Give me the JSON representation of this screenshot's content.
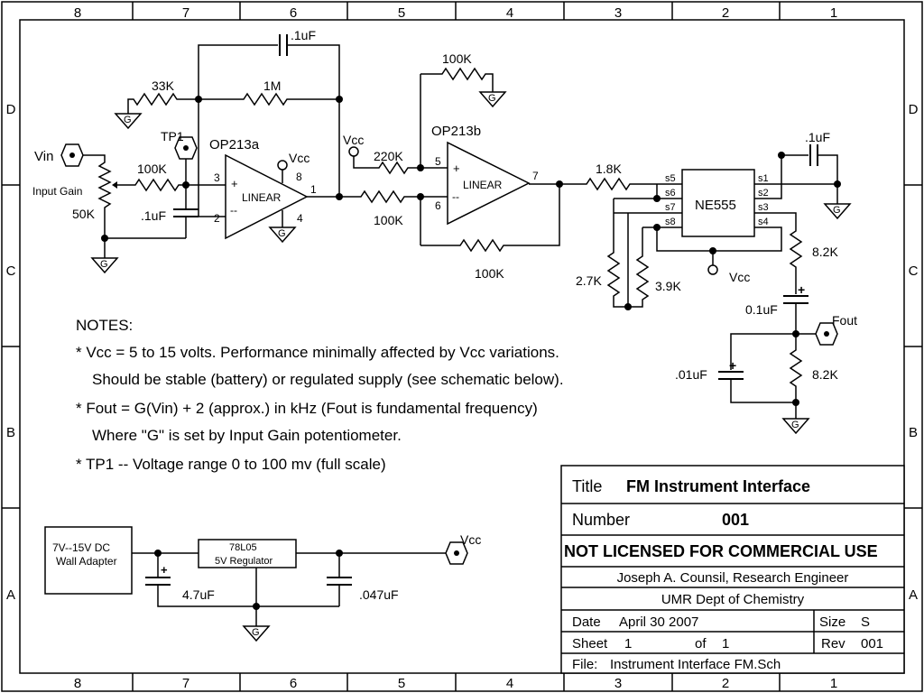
{
  "zones": {
    "columns": [
      "8",
      "7",
      "6",
      "5",
      "4",
      "3",
      "2",
      "1"
    ],
    "rows": [
      "D",
      "C",
      "B",
      "A"
    ]
  },
  "components": {
    "opamp_a": {
      "name": "OP213a",
      "body": "LINEAR",
      "pin_noninv": "3",
      "pin_inv": "2",
      "pin_out": "1",
      "pin_vcc": "8",
      "pin_gnd": "4",
      "plus": "+",
      "minus": "--"
    },
    "opamp_b": {
      "name": "OP213b",
      "body": "LINEAR",
      "pin_noninv": "5",
      "pin_inv": "6",
      "pin_out": "7",
      "plus": "+",
      "minus": "--"
    },
    "ne555": {
      "name": "NE555",
      "pins_left": [
        "s5",
        "s6",
        "s7",
        "s8"
      ],
      "pins_right": [
        "s1",
        "s2",
        "s3",
        "s4"
      ]
    },
    "labels": {
      "vin": "Vin",
      "tp1": "TP1",
      "fout": "Fout",
      "vcc_a": "Vcc",
      "vcc_b": "Vcc",
      "vcc_555": "Vcc",
      "vcc_reg": "Vcc",
      "input_gain": "Input Gain",
      "gnd": "G"
    },
    "resistors": {
      "r_33k": "33K",
      "r_1m": "1M",
      "r_100k_in": "100K",
      "r_pot": "50K",
      "r_220k": "220K",
      "r_100k_top": "100K",
      "r_100k_mid": "100K",
      "r_100k_fb": "100K",
      "r_1_8k": "1.8K",
      "r_2_7k": "2.7K",
      "r_3_9k": "3.9K",
      "r_8_2k_top": "8.2K",
      "r_8_2k_bot": "8.2K"
    },
    "capacitors": {
      "c_fb": ".1uF",
      "c_in": ".1uF",
      "c_555": ".1uF",
      "c_out": "0.1uF",
      "c_01": ".01uF",
      "c_47": "4.7uF",
      "c_047": ".047uF"
    },
    "supply": {
      "adapter_line1": "7V--15V DC",
      "adapter_line2": "Wall Adapter",
      "reg_line1": "78L05",
      "reg_line2": "5V Regulator"
    }
  },
  "notes": {
    "heading": "NOTES:",
    "lines": [
      "* Vcc = 5 to 15 volts.  Performance minimally affected by Vcc variations.",
      "Should be stable (battery) or regulated supply (see schematic below).",
      "* Fout = G(Vin) + 2 (approx.) in kHz (Fout is fundamental frequency)",
      "Where \"G\" is set by Input Gain potentiometer.",
      "* TP1 -- Voltage range 0 to 100 mv (full scale)"
    ]
  },
  "title_block": {
    "title_label": "Title",
    "title_value": "FM Instrument Interface",
    "number_label": "Number",
    "number_value": "001",
    "license": "NOT LICENSED FOR COMMERCIAL USE",
    "author": "Joseph A. Counsil, Research Engineer",
    "dept": "UMR Dept of Chemistry",
    "date_label": "Date",
    "date_value": "April 30 2007",
    "size_label": "Size",
    "size_value": "S",
    "sheet_label": "Sheet",
    "sheet_value": "1",
    "of_label": "of",
    "of_value": "1",
    "rev_label": "Rev",
    "rev_value": "001",
    "file_label": "File:",
    "file_value": "Instrument Interface FM.Sch"
  }
}
